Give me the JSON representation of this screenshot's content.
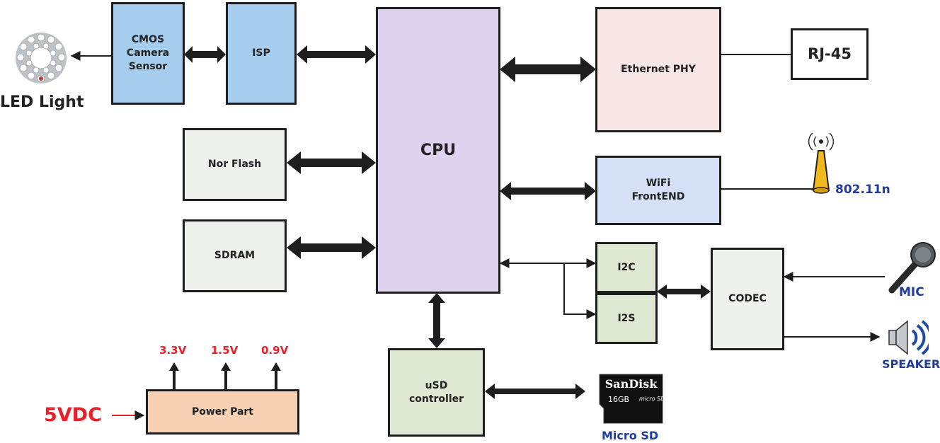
{
  "colors": {
    "line": "#1e1e1e",
    "voltage_red": "#e8202a",
    "label_blue": "#1f3c9c",
    "cpu_fill": "#ddd3ee",
    "sensor_fill": "#a6cdee"
  },
  "blocks": {
    "cmos": "CMOS\nCamera\nSensor",
    "isp": "ISP",
    "cpu": "CPU",
    "ethernet_phy": "Ethernet PHY",
    "rj45": "RJ-45",
    "nor_flash": "Nor Flash",
    "sdram": "SDRAM",
    "wifi": "WiFi\nFrontEND",
    "i2c": "I2C",
    "i2s": "I2S",
    "codec": "CODEC",
    "usd": "uSD\ncontroller",
    "power": "Power Part"
  },
  "labels": {
    "led_light": "LED Light",
    "wifi_std": "802.11n",
    "mic": "MIC",
    "speaker": "SPEAKER",
    "micro_sd": "Micro SD",
    "input_voltage": "5VDC",
    "v33": "3.3V",
    "v15": "1.5V",
    "v09": "0.9V"
  },
  "sd_card": {
    "brand": "SanDisk",
    "capacity": "16GB",
    "logo": "micro SD"
  },
  "icons": {
    "led": "led-ring-icon",
    "antenna": "antenna-icon",
    "mic": "microphone-icon",
    "speaker": "speaker-icon",
    "sd": "micro-sd-card-icon"
  }
}
